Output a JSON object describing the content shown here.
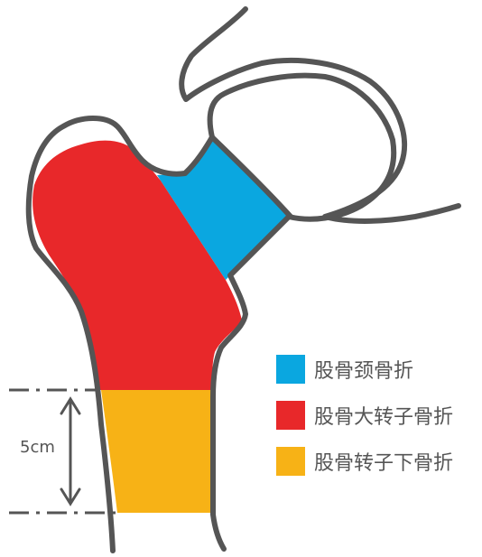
{
  "legend": [
    {
      "label": "股骨颈骨折",
      "color": "#0AA7E0"
    },
    {
      "label": "股骨大转子骨折",
      "color": "#E8282A"
    },
    {
      "label": "股骨转子下骨折",
      "color": "#F7B216"
    }
  ],
  "dimension": {
    "label": "5cm"
  },
  "colors": {
    "outline": "#555555",
    "neck": "#0AA7E0",
    "trochanter": "#E8282A",
    "subtrochanter": "#F7B216"
  }
}
